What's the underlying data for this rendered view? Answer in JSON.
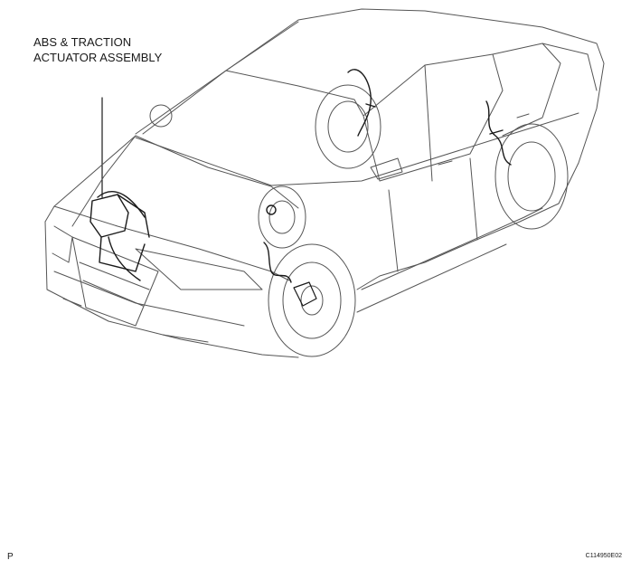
{
  "callout": {
    "line1": "ABS & TRACTION",
    "line2": "ACTUATOR ASSEMBLY"
  },
  "footer": {
    "page_letter": "P",
    "figure_code": "C114950E02"
  },
  "colors": {
    "line": "#555555",
    "heavy": "#1a1a1a",
    "background": "#ffffff"
  }
}
